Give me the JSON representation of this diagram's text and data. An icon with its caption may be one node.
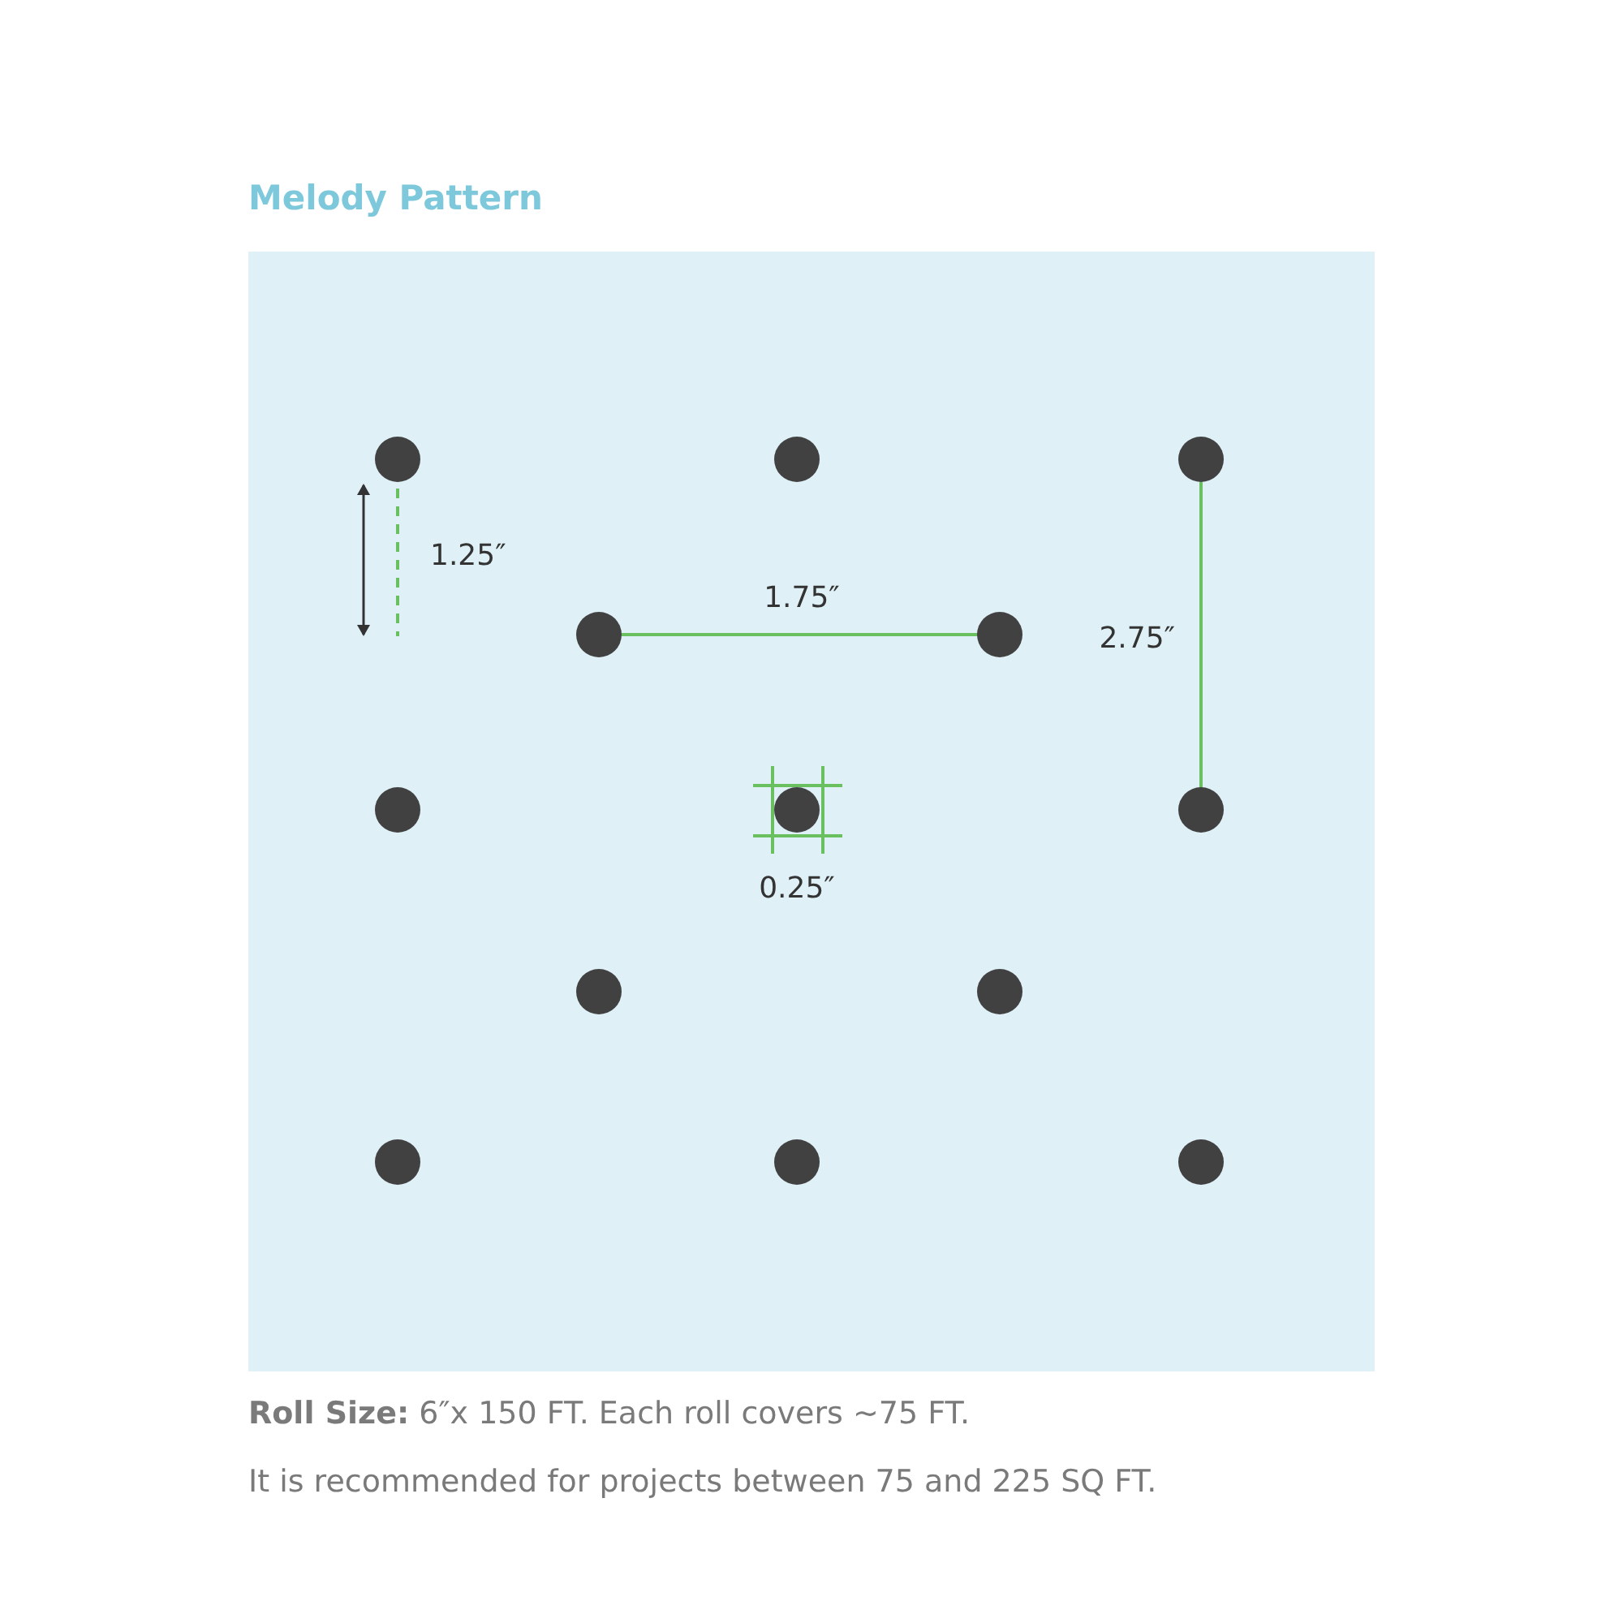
{
  "diagram": {
    "title": "Melody Pattern",
    "nodes": [
      {
        "text": [],
        "shape": "box"
      },
      {
        "text": [],
        "shape": "circle",
        "in": 0
      },
      {
        "text": [],
        "shape": "circle",
        "in": 0
      },
      {
        "text": [],
        "shape": "circle",
        "in": 0
      },
      {
        "text": [],
        "shape": "circle",
        "in": 0
      },
      {
        "text": [],
        "shape": "circle",
        "in": 0
      },
      {
        "text": [],
        "shape": "circle",
        "in": 0
      },
      {
        "text": [],
        "shape": "circle",
        "in": 0
      },
      {
        "text": [],
        "shape": "circle",
        "in": 0
      },
      {
        "text": [],
        "shape": "circle",
        "in": 0
      },
      {
        "text": [],
        "shape": "circle",
        "in": 0
      },
      {
        "text": [],
        "shape": "circle",
        "in": 0
      },
      {
        "text": [],
        "shape": "circle",
        "in": 0
      },
      {
        "text": [],
        "shape": "circle",
        "in": 0
      }
    ],
    "labels": [
      "1.25″",
      "1.75″",
      "2.75″",
      "0.25″",
      "**Roll Size:** 6″x 150 FT. Each roll covers ~75 FT.",
      "It is recommended for projects between 75 and 225 SQ FT."
    ]
  }
}
